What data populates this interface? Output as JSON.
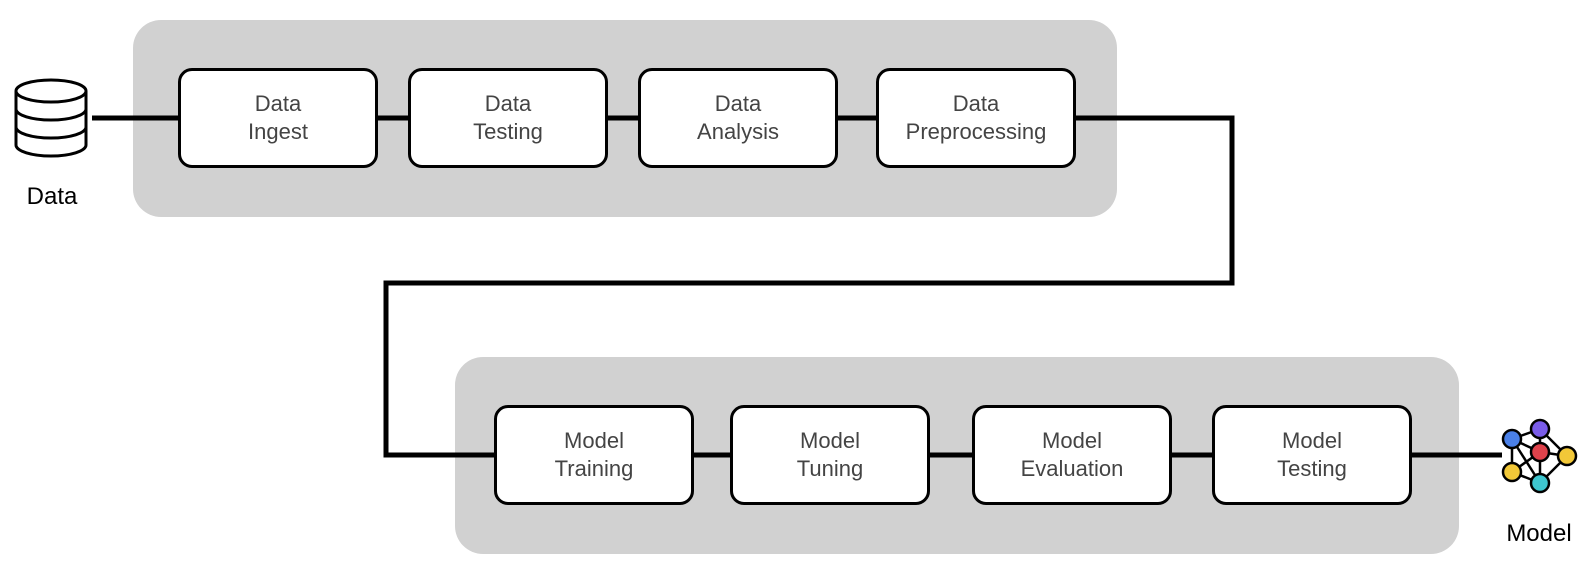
{
  "source": {
    "label": "Data",
    "icon": "database-icon"
  },
  "target": {
    "label": "Model",
    "icon": "neural-network-icon"
  },
  "data_stages": [
    {
      "line1": "Data",
      "line2": "Ingest"
    },
    {
      "line1": "Data",
      "line2": "Testing"
    },
    {
      "line1": "Data",
      "line2": "Analysis"
    },
    {
      "line1": "Data",
      "line2": "Preprocessing"
    }
  ],
  "model_stages": [
    {
      "line1": "Model",
      "line2": "Training"
    },
    {
      "line1": "Model",
      "line2": "Tuning"
    },
    {
      "line1": "Model",
      "line2": "Evaluation"
    },
    {
      "line1": "Model",
      "line2": "Testing"
    }
  ],
  "colors": {
    "group_background": "#d1d1d1",
    "connector": "#000000",
    "stage_text": "#444444",
    "node_blue": "#4a80e8",
    "node_purple": "#7a5ce8",
    "node_red": "#e0424b",
    "node_yellow": "#f2c838",
    "node_teal": "#3ec6cf"
  }
}
